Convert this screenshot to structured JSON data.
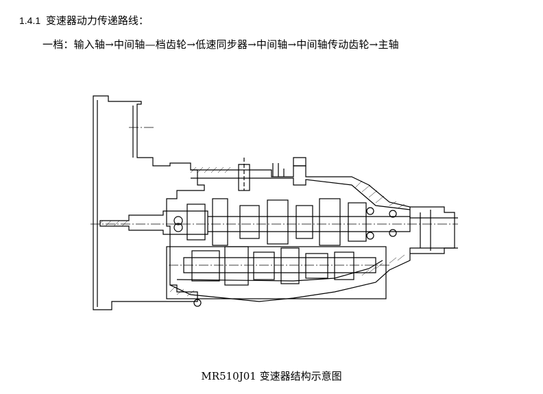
{
  "section": {
    "number": "1.4.1",
    "title": "变速器动力传递路线："
  },
  "gear_route": {
    "text": "一档：输入轴→中间轴—档齿轮→低速同步器→中间轴→中间轴传动齿轮→主轴"
  },
  "figure": {
    "caption": "MR510J01 变速器结构示意图"
  }
}
